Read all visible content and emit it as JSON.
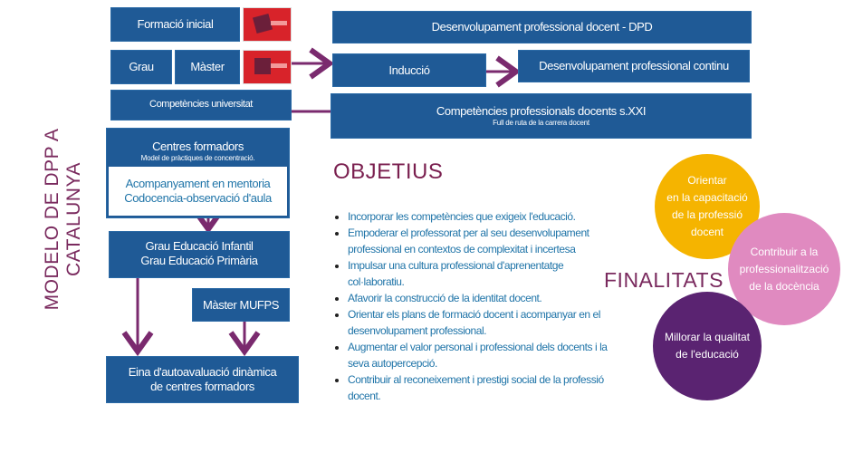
{
  "vertical_title": "MODELO DE DPP A CATALUNYA",
  "left": {
    "formacio_inicial": "Formació inicial",
    "grau": "Grau",
    "master": "Màster",
    "competencies_universitat": "Competències universitat",
    "centres_formadors": "Centres formadors",
    "centres_subtitle": "Model de pràctiques de concentració.",
    "mentoria": "Acompanyament en mentoria",
    "codocencia": "Codocencia-observació d'aula",
    "grau_infantil": "Grau Educació Infantil",
    "grau_primaria": "Grau Educació Primària",
    "master_mufps": "Màster MUFPS",
    "eina": "Eina d'autoavaluació dinàmica de centres formadors"
  },
  "right": {
    "dpd": "Desenvolupament professional docent - DPD",
    "induccio": "Inducció",
    "dpc": "Desenvolupament professional continu",
    "competencies_docents": "Competències professionals docents s.XXI",
    "full_de_ruta": "Full de ruta de la carrera docent"
  },
  "objectius": {
    "title": "OBJETIUS",
    "items": [
      "Incorporar les competències que exigeix l'educació.",
      "Empoderar el professorat per al seu desenvolupament professional en contextos de complexitat i incertesa",
      "Impulsar una cultura professional d'aprenentatge col·laboratiu.",
      "Afavorir la construcció de la identitat  docent.",
      "Orientar els plans de formació docent i acompanyar en el desenvolupament professional.",
      "Augmentar el valor personal i professional dels docents i la seva autopercepció.",
      "Contribuir al reconeixement i prestigi social de la professió docent."
    ]
  },
  "finalitats": {
    "title": "FINALITATS",
    "circles": [
      {
        "text": "Orientar\nen la capacitació\nde la professió\ndocent",
        "color": "#f5b400"
      },
      {
        "text": "Contribuir a la\nprofessionalització\nde la docència",
        "color": "#e08ac0"
      },
      {
        "text": "Millorar la qualitat\nde l'educació",
        "color": "#5a2371"
      }
    ]
  },
  "colors": {
    "box": "#1f5a96",
    "arrow": "#7a2a6e",
    "accent": "#7a1f4f"
  }
}
